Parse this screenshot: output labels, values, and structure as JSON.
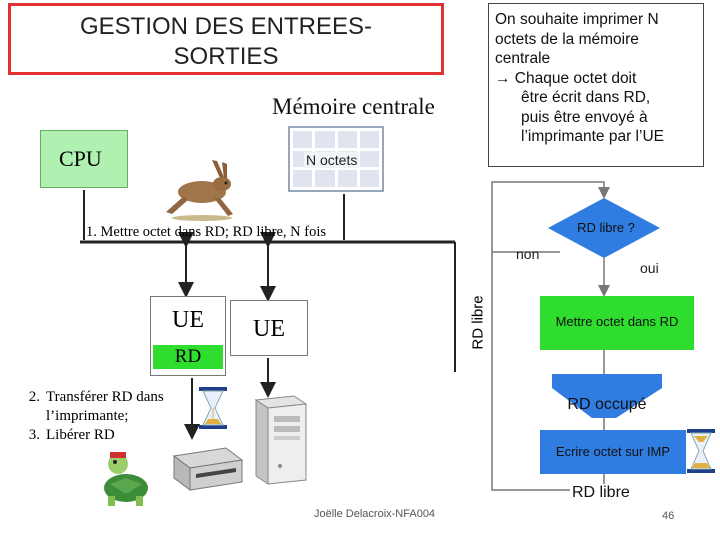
{
  "title": {
    "line1": "GESTION DES ENTREES-",
    "line2": "SORTIES"
  },
  "note": {
    "lines": [
      "On souhaite imprimer N",
      "octets de la mémoire",
      "centrale",
      "→ Chaque octet doit",
      "être écrit dans RD,",
      "puis être envoyé à",
      "l’imprimante par l’UE"
    ]
  },
  "memory": {
    "label": "Mémoire centrale",
    "cells_label": "N octets"
  },
  "cpu": {
    "label": "CPU"
  },
  "step1": "1. Mettre octet dans RD; RD libre, N fois",
  "ue_left": {
    "label": "UE",
    "register": "RD"
  },
  "ue_right": {
    "label": "UE"
  },
  "bus_label": "RD libre",
  "steps": [
    {
      "num": "2.",
      "text": "Transférer RD dans",
      "cont": "l’imprimante;"
    },
    {
      "num": "3.",
      "text": "Libérer RD"
    }
  ],
  "flowchart": {
    "decision": "RD libre ?",
    "no": "non",
    "yes": "oui",
    "action1": "Mettre octet dans RD",
    "state1": "RD occupé",
    "action2": "Ecrire octet sur IMP",
    "state2": "RD libre"
  },
  "footer": "Joëlle Delacroix-NFA004",
  "page_number": "46",
  "colors": {
    "title_border": "#e03030",
    "cpu_fill": "#b0f0b0",
    "rd_fill": "#2fdd2f",
    "decision_fill": "#2f7de0",
    "action_fill": "#2fdd2f",
    "action2_fill": "#2f7de0"
  }
}
